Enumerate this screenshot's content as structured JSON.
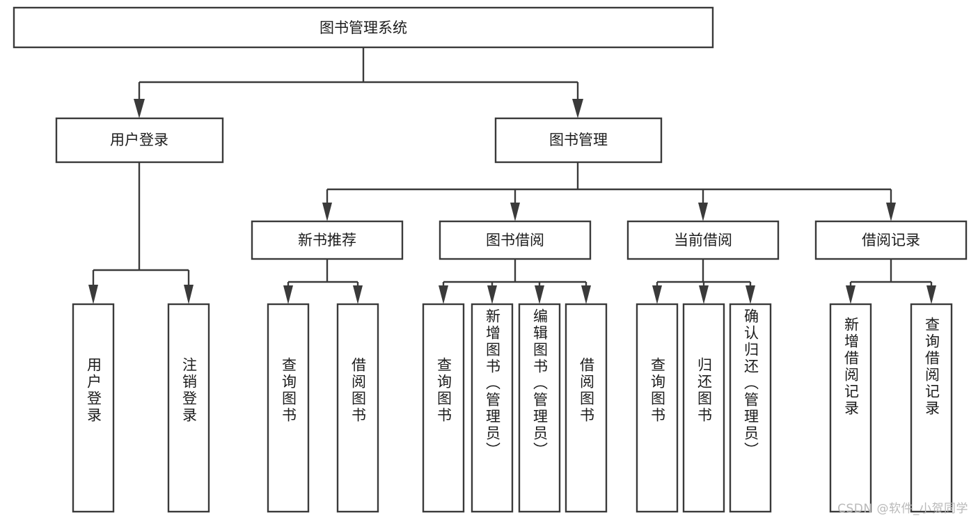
{
  "diagram": {
    "type": "tree-hierarchy-flowchart",
    "title": "图书管理系统",
    "watermark": "CSDN @软件_小贺同学",
    "root": {
      "id": "root",
      "label": "图书管理系统",
      "level": 0
    },
    "level1": [
      {
        "id": "user-login",
        "label": "用户登录"
      },
      {
        "id": "book-manage",
        "label": "图书管理"
      }
    ],
    "level2": [
      {
        "id": "new-book-recommend",
        "label": "新书推荐",
        "parent": "book-manage"
      },
      {
        "id": "book-borrow",
        "label": "图书借阅",
        "parent": "book-manage"
      },
      {
        "id": "current-borrow",
        "label": "当前借阅",
        "parent": "book-manage"
      },
      {
        "id": "borrow-record",
        "label": "借阅记录",
        "parent": "book-manage"
      }
    ],
    "leaves": {
      "user-login": [
        {
          "id": "leaf-user-login",
          "label": "用户登录"
        },
        {
          "id": "leaf-logout",
          "label": "注销登录"
        }
      ],
      "new-book-recommend": [
        {
          "id": "leaf-query-book-1",
          "label": "查询图书"
        },
        {
          "id": "leaf-borrow-book-1",
          "label": "借阅图书"
        }
      ],
      "book-borrow": [
        {
          "id": "leaf-query-book-2",
          "label": "查询图书"
        },
        {
          "id": "leaf-add-book",
          "label": "新增图书（管理员）"
        },
        {
          "id": "leaf-edit-book",
          "label": "编辑图书（管理员）"
        },
        {
          "id": "leaf-borrow-book-2",
          "label": "借阅图书"
        }
      ],
      "current-borrow": [
        {
          "id": "leaf-query-book-3",
          "label": "查询图书"
        },
        {
          "id": "leaf-return-book",
          "label": "归还图书"
        },
        {
          "id": "leaf-confirm-return",
          "label": "确认归还（管理员）"
        }
      ],
      "borrow-record": [
        {
          "id": "leaf-add-record",
          "label": "新增借阅记录"
        },
        {
          "id": "leaf-query-record",
          "label": "查询借阅记录"
        }
      ]
    },
    "colors": {
      "box_stroke": "#3a3a3a",
      "box_fill": "#ffffff",
      "text": "#1c1c1c",
      "background": "#ffffff",
      "watermark": "#b9b9b9"
    }
  }
}
